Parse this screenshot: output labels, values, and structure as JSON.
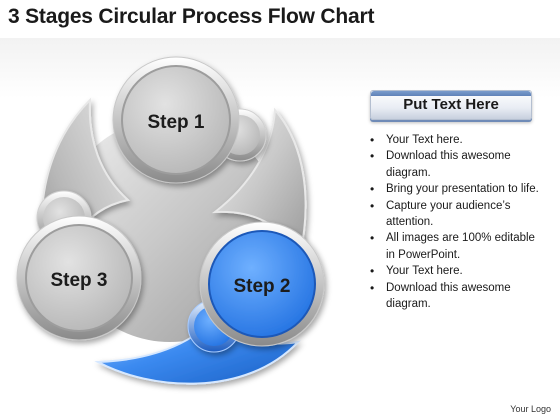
{
  "title": "3 Stages Circular Process Flow Chart",
  "steps": [
    {
      "label": "Step 1",
      "color": "#b9b9b9"
    },
    {
      "label": "Step 2",
      "color": "#2f7fe8"
    },
    {
      "label": "Step 3",
      "color": "#b9b9b9"
    }
  ],
  "panel": {
    "header": "Put Text Here",
    "items": [
      "Your Text here.",
      "Download this awesome diagram.",
      "Bring your presentation to life.",
      "Capture your audience’s attention.",
      "All images are 100% editable in PowerPoint.",
      "Your Text here.",
      "Download this awesome diagram."
    ]
  },
  "logo_text": "Your Logo"
}
